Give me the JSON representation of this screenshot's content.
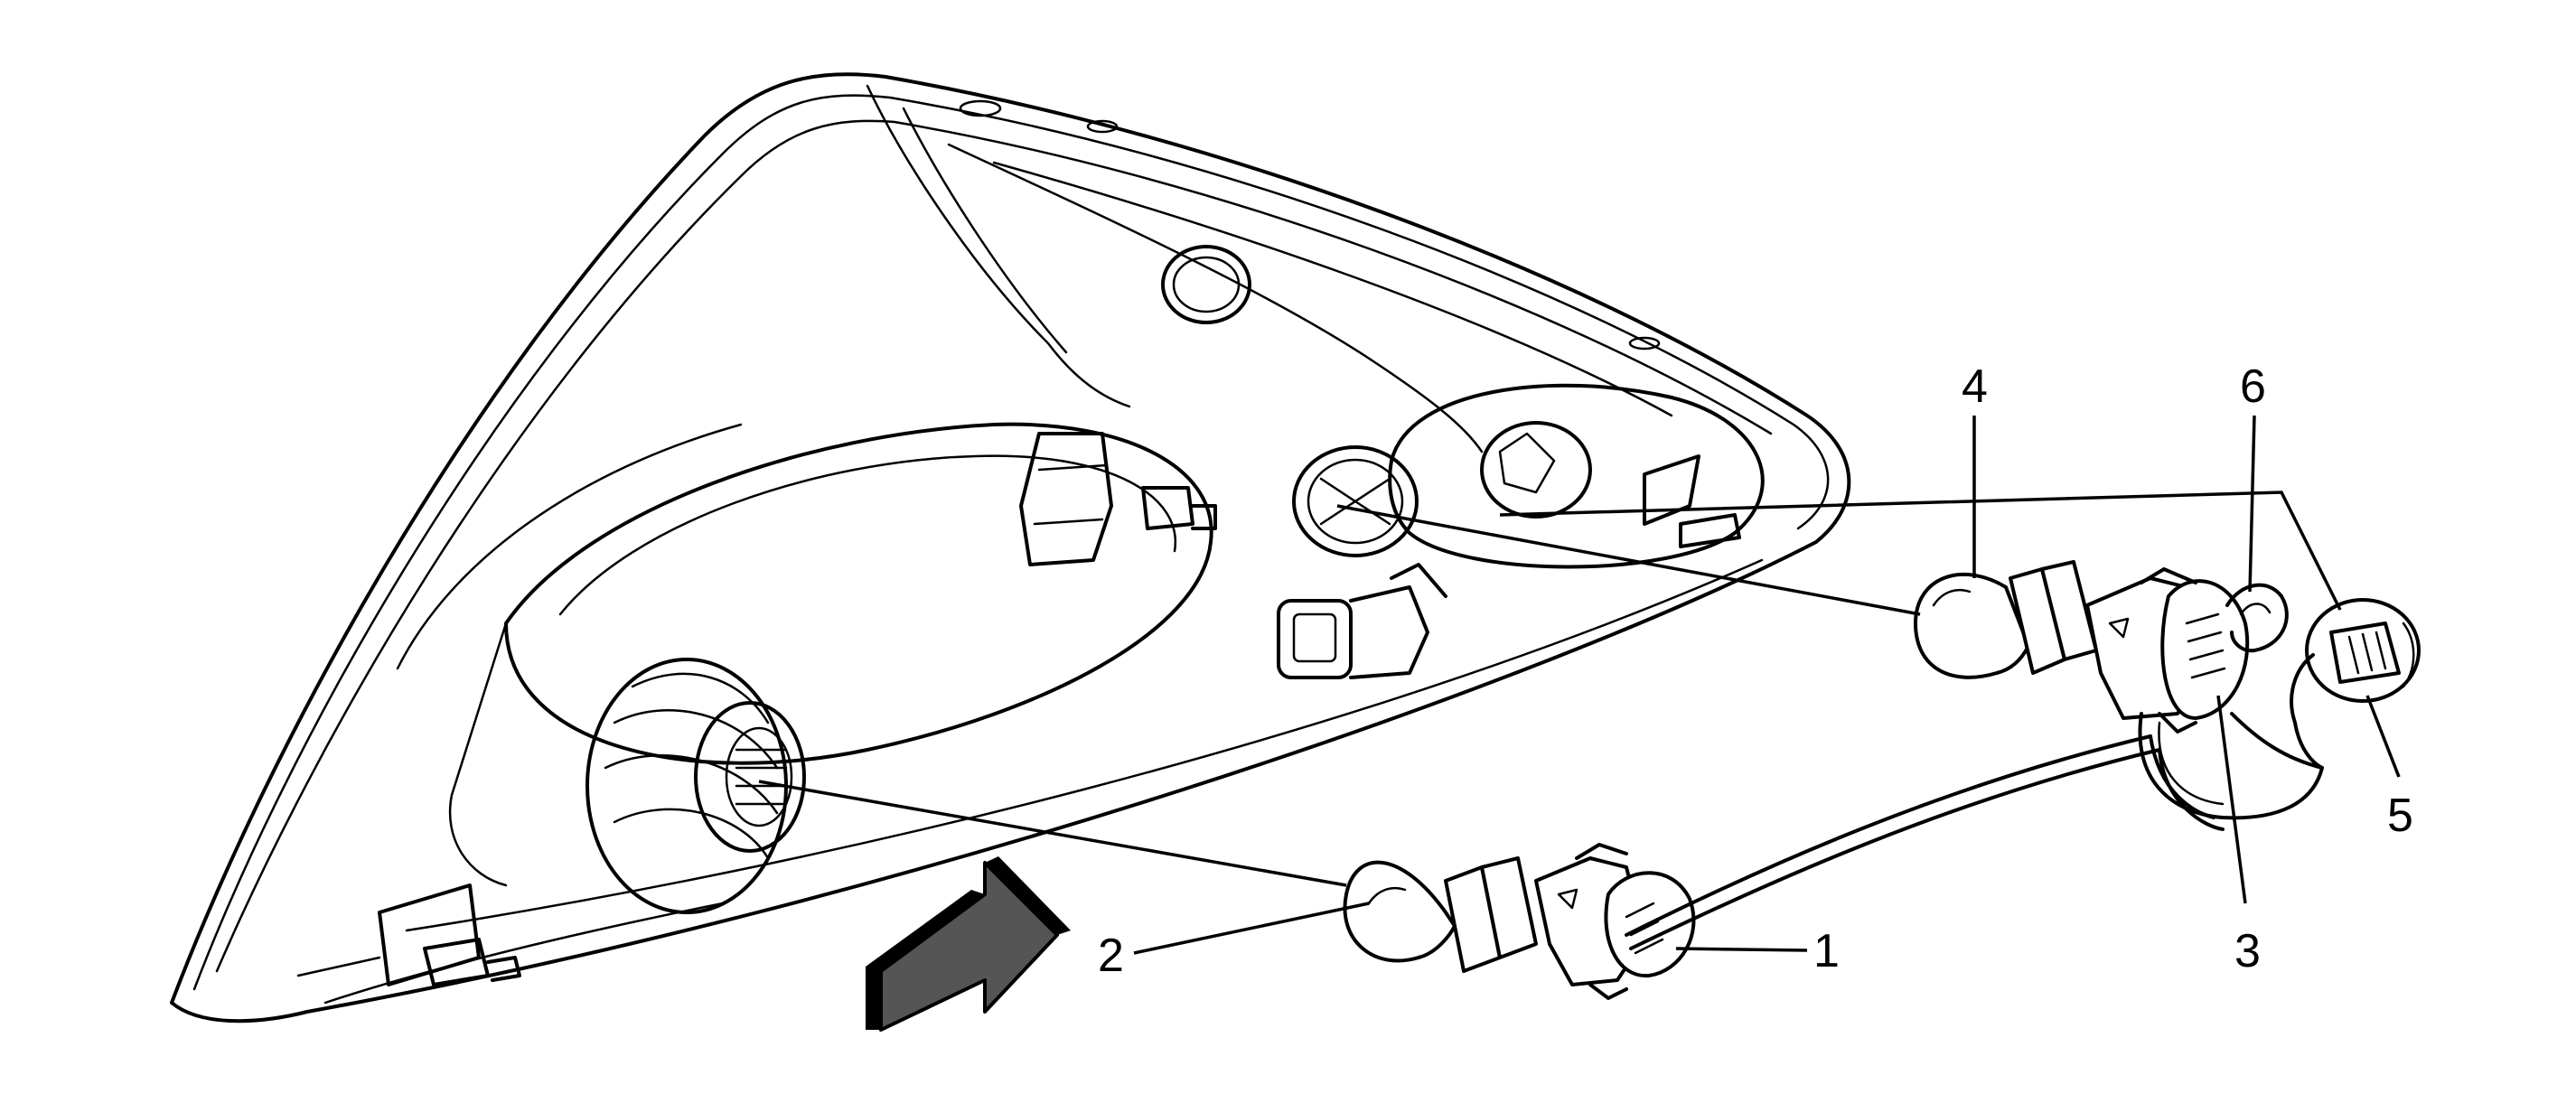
{
  "diagram": {
    "callouts": [
      {
        "id": "c1",
        "label": "1"
      },
      {
        "id": "c2",
        "label": "2"
      },
      {
        "id": "c3",
        "label": "3"
      },
      {
        "id": "c4",
        "label": "4"
      },
      {
        "id": "c5",
        "label": "5"
      },
      {
        "id": "c6",
        "label": "6"
      }
    ],
    "colors": {
      "line": "#000000",
      "background": "#ffffff",
      "arrow_shade": "#555555"
    }
  }
}
